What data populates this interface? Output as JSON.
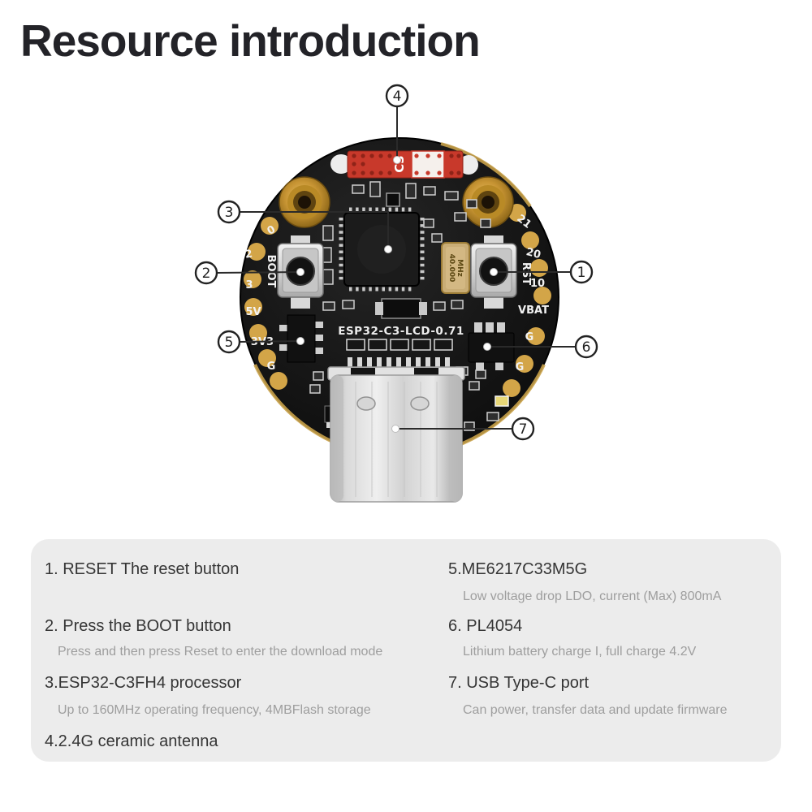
{
  "page": {
    "title": "Resource introduction"
  },
  "board": {
    "silkscreen": "ESP32-C3-LCD-0.71",
    "antenna_marking": "C3",
    "crystal_marking_freq": "40.000",
    "crystal_marking_unit": "MHz",
    "pin_labels": [
      {
        "label": "0"
      },
      {
        "label": "2"
      },
      {
        "label": "BOOT"
      },
      {
        "label": "3"
      },
      {
        "label": "5V"
      },
      {
        "label": "3V3"
      },
      {
        "label": "G"
      },
      {
        "label": "21"
      },
      {
        "label": "20"
      },
      {
        "label": "RST"
      },
      {
        "label": "10"
      },
      {
        "label": "VBAT"
      },
      {
        "label": "G"
      },
      {
        "label": "G"
      }
    ],
    "callouts": [
      {
        "n": "1"
      },
      {
        "n": "2"
      },
      {
        "n": "3"
      },
      {
        "n": "4"
      },
      {
        "n": "5"
      },
      {
        "n": "6"
      },
      {
        "n": "7"
      }
    ]
  },
  "legend": {
    "items": [
      {
        "label": "1. RESET The reset button"
      },
      {
        "label": "2. Press the BOOT button",
        "desc": "Press and then press Reset to enter the download mode"
      },
      {
        "label": "3.ESP32-C3FH4 processor",
        "desc": "Up to 160MHz operating frequency, 4MBFlash storage"
      },
      {
        "label": "4.2.4G ceramic antenna"
      },
      {
        "label": "5.ME6217C33M5G",
        "desc": "Low voltage drop LDO, current (Max) 800mA"
      },
      {
        "label": "6. PL4054",
        "desc": "Lithium battery charge I, full charge 4.2V"
      },
      {
        "label": "7. USB Type-C port",
        "desc": "Can power, transfer data and update firmware"
      }
    ]
  },
  "colors": {
    "board": "#151515",
    "gold": "#cfa04a",
    "antenna_red": "#c8392b",
    "legend_bg": "#ececec"
  }
}
